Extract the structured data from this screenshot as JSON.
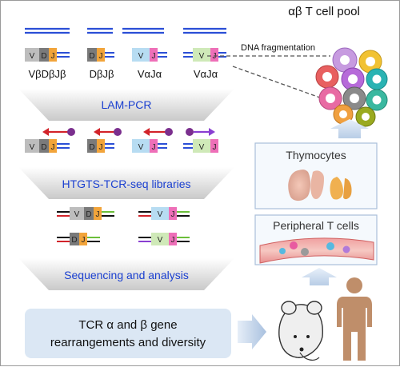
{
  "pool_title": "αβ T cell pool",
  "dna_fragmentation": "DNA fragmentation",
  "segment_labels": {
    "v": "V",
    "d": "D",
    "j": "J"
  },
  "loci": [
    {
      "name": "VβDβJβ"
    },
    {
      "name": "DβJβ"
    },
    {
      "name": "VαJα"
    },
    {
      "name": "VαJα"
    }
  ],
  "steps": {
    "lam_pcr": "LAM-PCR",
    "libraries": "HTGTS-TCR-seq libraries",
    "sequencing": "Sequencing and analysis"
  },
  "panels": {
    "thymocytes": "Thymocytes",
    "peripheral": "Peripheral T cells"
  },
  "output": {
    "line1": "TCR α and β gene",
    "line2": "rearrangements and diversity"
  },
  "colors": {
    "blue_text": "#1a3fd0",
    "segment_v": "#bdbdbd",
    "segment_d_beta": "#7a7a7a",
    "segment_j_beta": "#f2a43a",
    "segment_v_alpha": "#b7dcf2",
    "segment_v_alpha_alt": "#cfe9b8",
    "segment_j_alpha": "#ee6fb8",
    "primer_red": "#d2232a",
    "primer_purple": "#8a3fd1",
    "bead": "#7b2f8e"
  }
}
